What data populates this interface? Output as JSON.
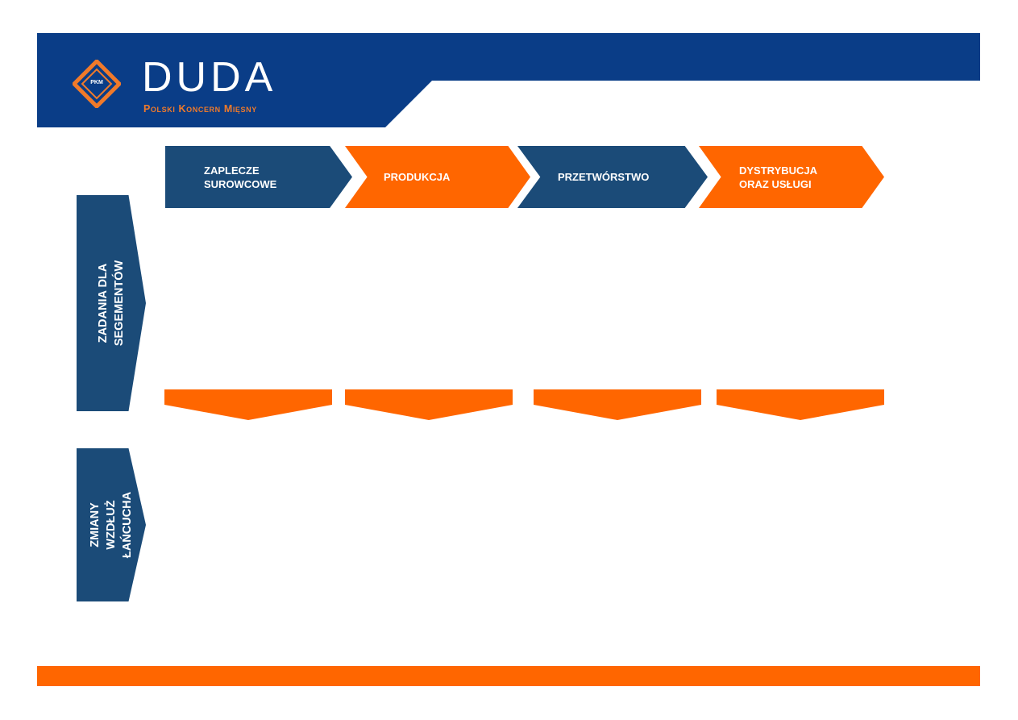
{
  "brand": {
    "name": "DUDA",
    "subtitle": "Polski Koncern Mięsny",
    "mark": "PKM",
    "colors": {
      "navy": "#0a3d87",
      "dark_blue": "#1b4b78",
      "orange": "#ff6600",
      "white": "#ffffff"
    }
  },
  "stages": [
    {
      "label": "ZAPLECZE\nSUROWCOWE",
      "color": "dark_blue"
    },
    {
      "label": "PRODUKCJA",
      "color": "orange"
    },
    {
      "label": "PRZETWÓRSTWO",
      "color": "dark_blue"
    },
    {
      "label": "DYSTRYBUCJA\nORAZ USŁUGI",
      "color": "orange"
    }
  ],
  "rows": [
    {
      "label": "ZADANIA DLA\nSEGEMENTÓW"
    },
    {
      "label": "ZMIANY  WZDŁUŻ\nŁAŃCUCHA"
    }
  ]
}
